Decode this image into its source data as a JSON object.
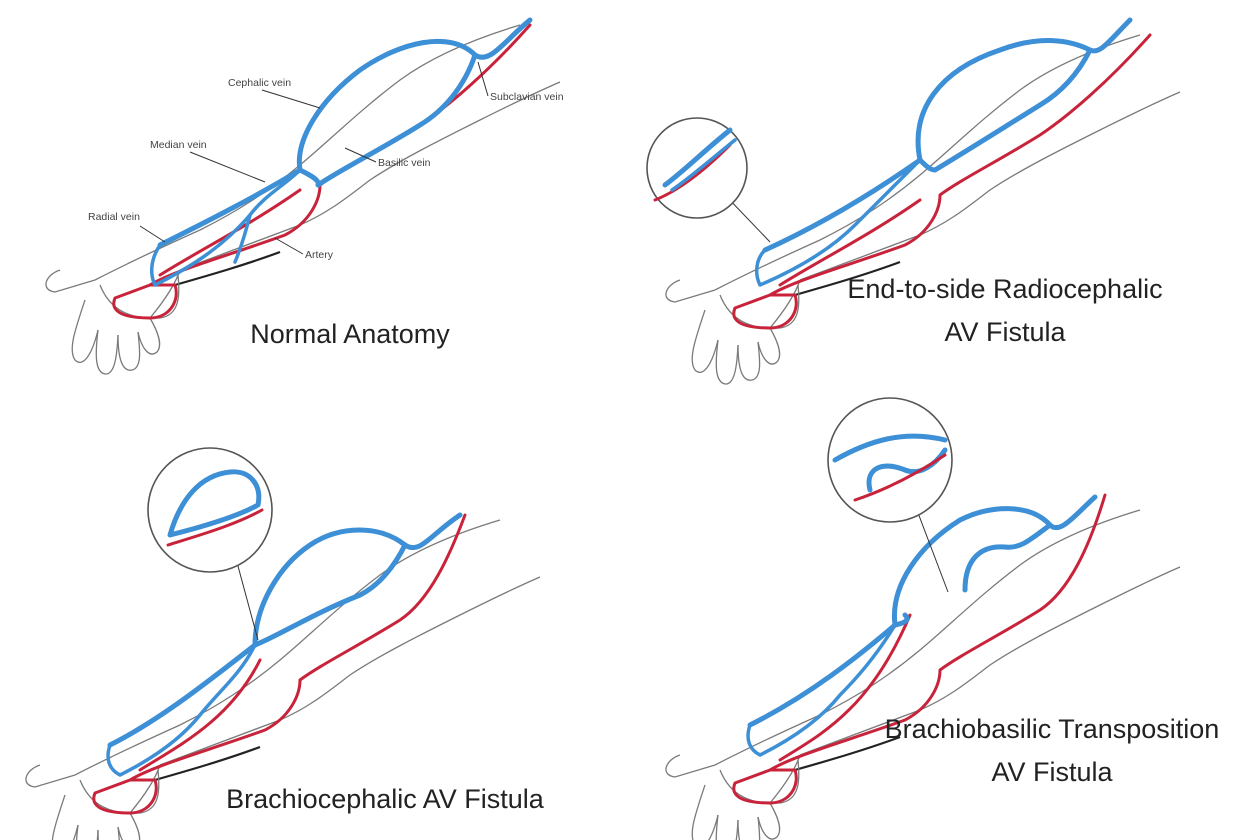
{
  "panels": [
    {
      "caption": [
        "Normal Anatomy"
      ],
      "labels": {
        "cephalic": "Cephalic vein",
        "subclavian": "Subclavian vein",
        "median": "Median vein",
        "basilic": "Basilic vein",
        "radial": "Radial vein",
        "artery": "Artery"
      }
    },
    {
      "caption": [
        "End-to-side Radiocephalic",
        "AV Fistula"
      ]
    },
    {
      "caption": [
        "Brachiocephalic AV Fistula"
      ]
    },
    {
      "caption": [
        "Brachiobasilic Transposition",
        "AV Fistula"
      ]
    }
  ],
  "colors": {
    "vein": "#3d8fd6",
    "artery": "#c8233a",
    "outline": "#7a7a7a"
  }
}
